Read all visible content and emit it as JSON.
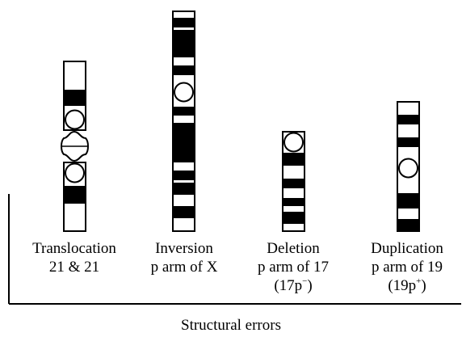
{
  "chromosomes": [
    {
      "id": "translocation",
      "line1": "Translocation",
      "line2": "21 & 21",
      "line3": "",
      "line3_sup": ""
    },
    {
      "id": "inversion",
      "line1": "Inversion",
      "line2": "p arm of X",
      "line3": "",
      "line3_sup": ""
    },
    {
      "id": "deletion",
      "line1": "Deletion",
      "line2": "p arm of 17",
      "line3": "(17p",
      "line3_sup": "−"
    },
    {
      "id": "duplication",
      "line1": "Duplication",
      "line2": "p arm of 19",
      "line3": "(19p",
      "line3_sup": "+"
    }
  ],
  "axis_label": "Structural errors",
  "close_paren": ")",
  "colors": {
    "band": "#000000",
    "background": "#ffffff",
    "outline": "#000000"
  }
}
